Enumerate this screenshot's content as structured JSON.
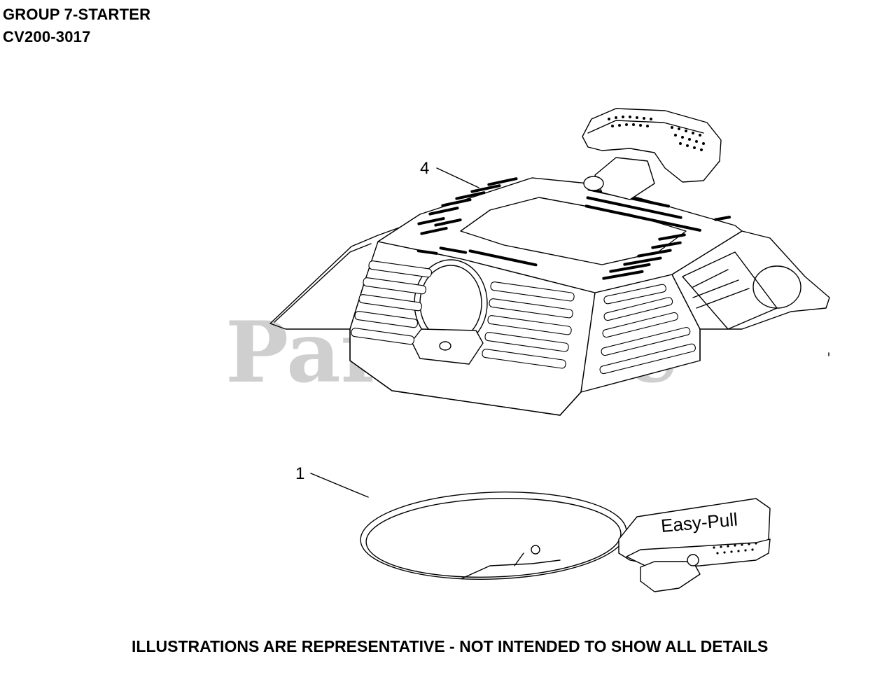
{
  "header": {
    "group_title": "GROUP 7-STARTER",
    "model": "CV200-3017"
  },
  "footer": {
    "disclaimer": "ILLUSTRATIONS ARE REPRESENTATIVE - NOT INTENDED TO SHOW ALL DETAILS"
  },
  "watermark": {
    "text": "PartsTree",
    "trademark": "TM"
  },
  "callouts": {
    "starter_housing": "4",
    "rope_handle": "1"
  },
  "rope_handle": {
    "label": "Easy-Pull"
  }
}
